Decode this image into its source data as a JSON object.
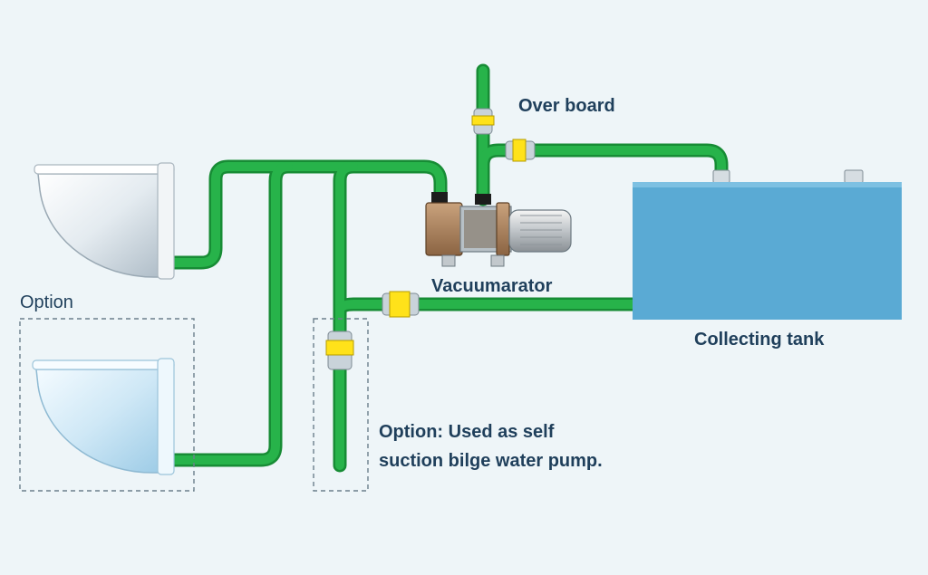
{
  "labels": {
    "over_board": "Over board",
    "vacuumarator": "Vacuumarator",
    "collecting_tank": "Collecting tank",
    "option": "Option",
    "option_note_line1": "Option: Used as self",
    "option_note_line2": "suction bilge water pump."
  },
  "colors": {
    "pipe": "#27b34a",
    "pipe_dark": "#178c35",
    "valve": "#ffe21a",
    "tank": "#5aaad4",
    "background": "#eef5f8",
    "label_text": "#1f3f5b"
  }
}
